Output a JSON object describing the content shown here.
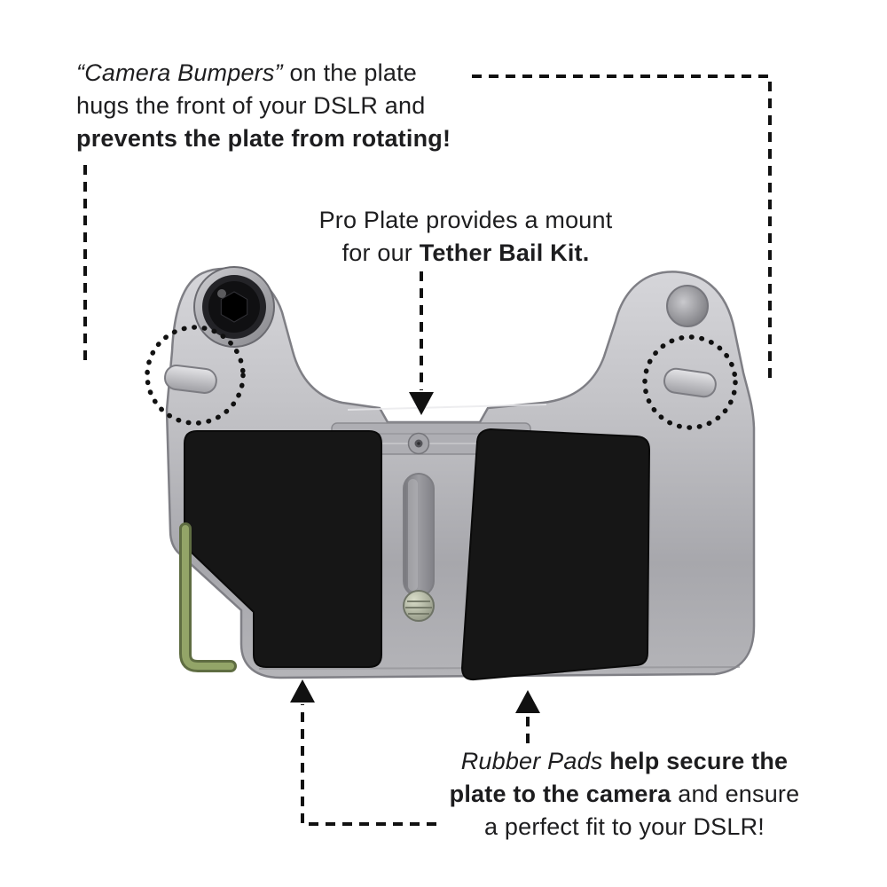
{
  "annotations": {
    "bumpers": {
      "line1_italic": "“Camera Bumpers”",
      "line1_rest": " on the plate",
      "line2": "hugs the front of your DSLR and",
      "line3_bold": "prevents the plate from rotating!"
    },
    "mount": {
      "line1": "Pro Plate provides a mount",
      "line2_start": "for our ",
      "line2_bold": "Tether Bail Kit."
    },
    "pads": {
      "line1_italic": "Rubber Pads",
      "line1_bold": " help secure the",
      "line2_bold": "plate to the camera",
      "line2_rest": " and ensure",
      "line3": "a perfect fit to your DSLR!"
    }
  },
  "product": {
    "name": "Pro Plate camera mounting plate",
    "features": [
      "camera bumpers",
      "tether bail mount",
      "rubber pads",
      "bail wire"
    ]
  },
  "colors": {
    "background": "#ffffff",
    "text": "#1d1d1f",
    "plate_silver": "#b9b9bd",
    "pad_black": "#161616",
    "bail_green": "#93a568",
    "annotation_line": "#111111"
  }
}
